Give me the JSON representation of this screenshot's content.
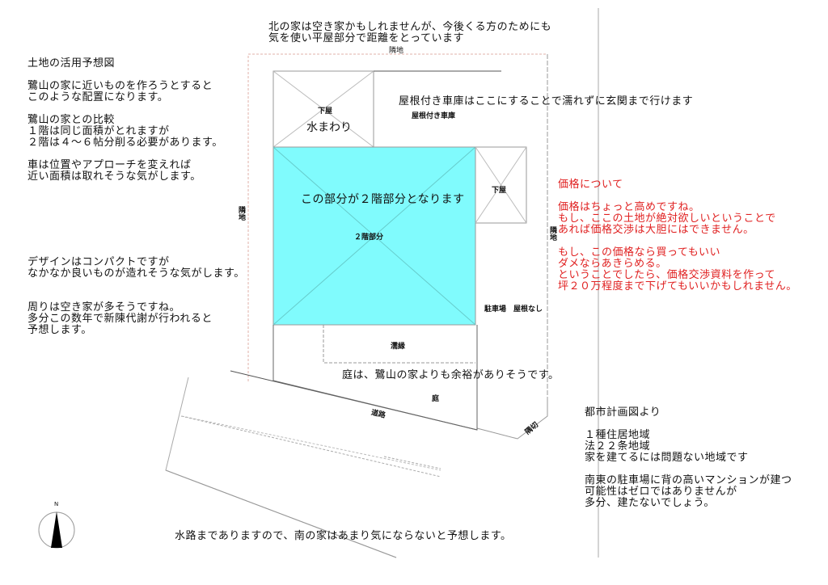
{
  "notes": {
    "top": "北の家は空き家かもしれませんが、今後くる方のためにも\n気を使い平屋部分で距離をとっています",
    "left_1": "土地の活用予想図\n\n鷺山の家に近いものを作ろうとすると\nこのような配置になります。\n\n鷺山の家との比較\n１階は同じ面積がとれますが\n２階は４〜６帖分削る必要があります。\n\n車は位置やアプローチを変えれば\n近い面積は取れそうな気がします。",
    "left_2": "デザインはコンパクトですが\nなかなか良いものが造れそうな気がします。",
    "left_3": "周りは空き家が多そうですね。\n多分この数年で新陳代謝が行われると\n予想します。",
    "garage": "屋根付き車庫はここにすることで濡れずに玄関まで行けます",
    "price": "価格について\n\n価格はちょっと高めですね。\nもし、ここの土地が絶対欲しいということで\nあれば価格交渉は大胆にはできません。\n\nもし、この価格なら買ってもいい\nダメならあきらめる。\nということでしたら、価格交渉資料を作って\n坪２０万程度まで下げてもいいかもしれません。",
    "second_floor": "この部分が２階部分となります",
    "garden": "庭は、鷺山の家よりも余裕がありそうです。",
    "city_plan": "都市計画図より\n\n１種住居地域\n法２２条地域\n家を建てるには問題ない地域です\n\n南東の駐車場に背の高いマンションが建つ\n可能性はゼロではありませんが\n多分、建たないでしょう。",
    "bottom": "水路までありますので、南の家はあまり気にならないと予想します。"
  },
  "labels": {
    "neighbor_north": "隣地",
    "neighbor_west": "隣地",
    "neighbor_east": "隣地",
    "annex_1": "下屋",
    "wet_area": "水まわり",
    "covered_garage": "屋根付き車庫",
    "annex_2": "下屋",
    "second_floor_area": "２階部分",
    "parking": "駐車場　屋根なし",
    "veranda": "濡縁",
    "garden": "庭",
    "road": "道路",
    "corner_cut": "隅切",
    "north": "N"
  },
  "colors": {
    "second_floor_fill": "#80fbfd",
    "note_red": "#e02020",
    "line": "#888888"
  }
}
